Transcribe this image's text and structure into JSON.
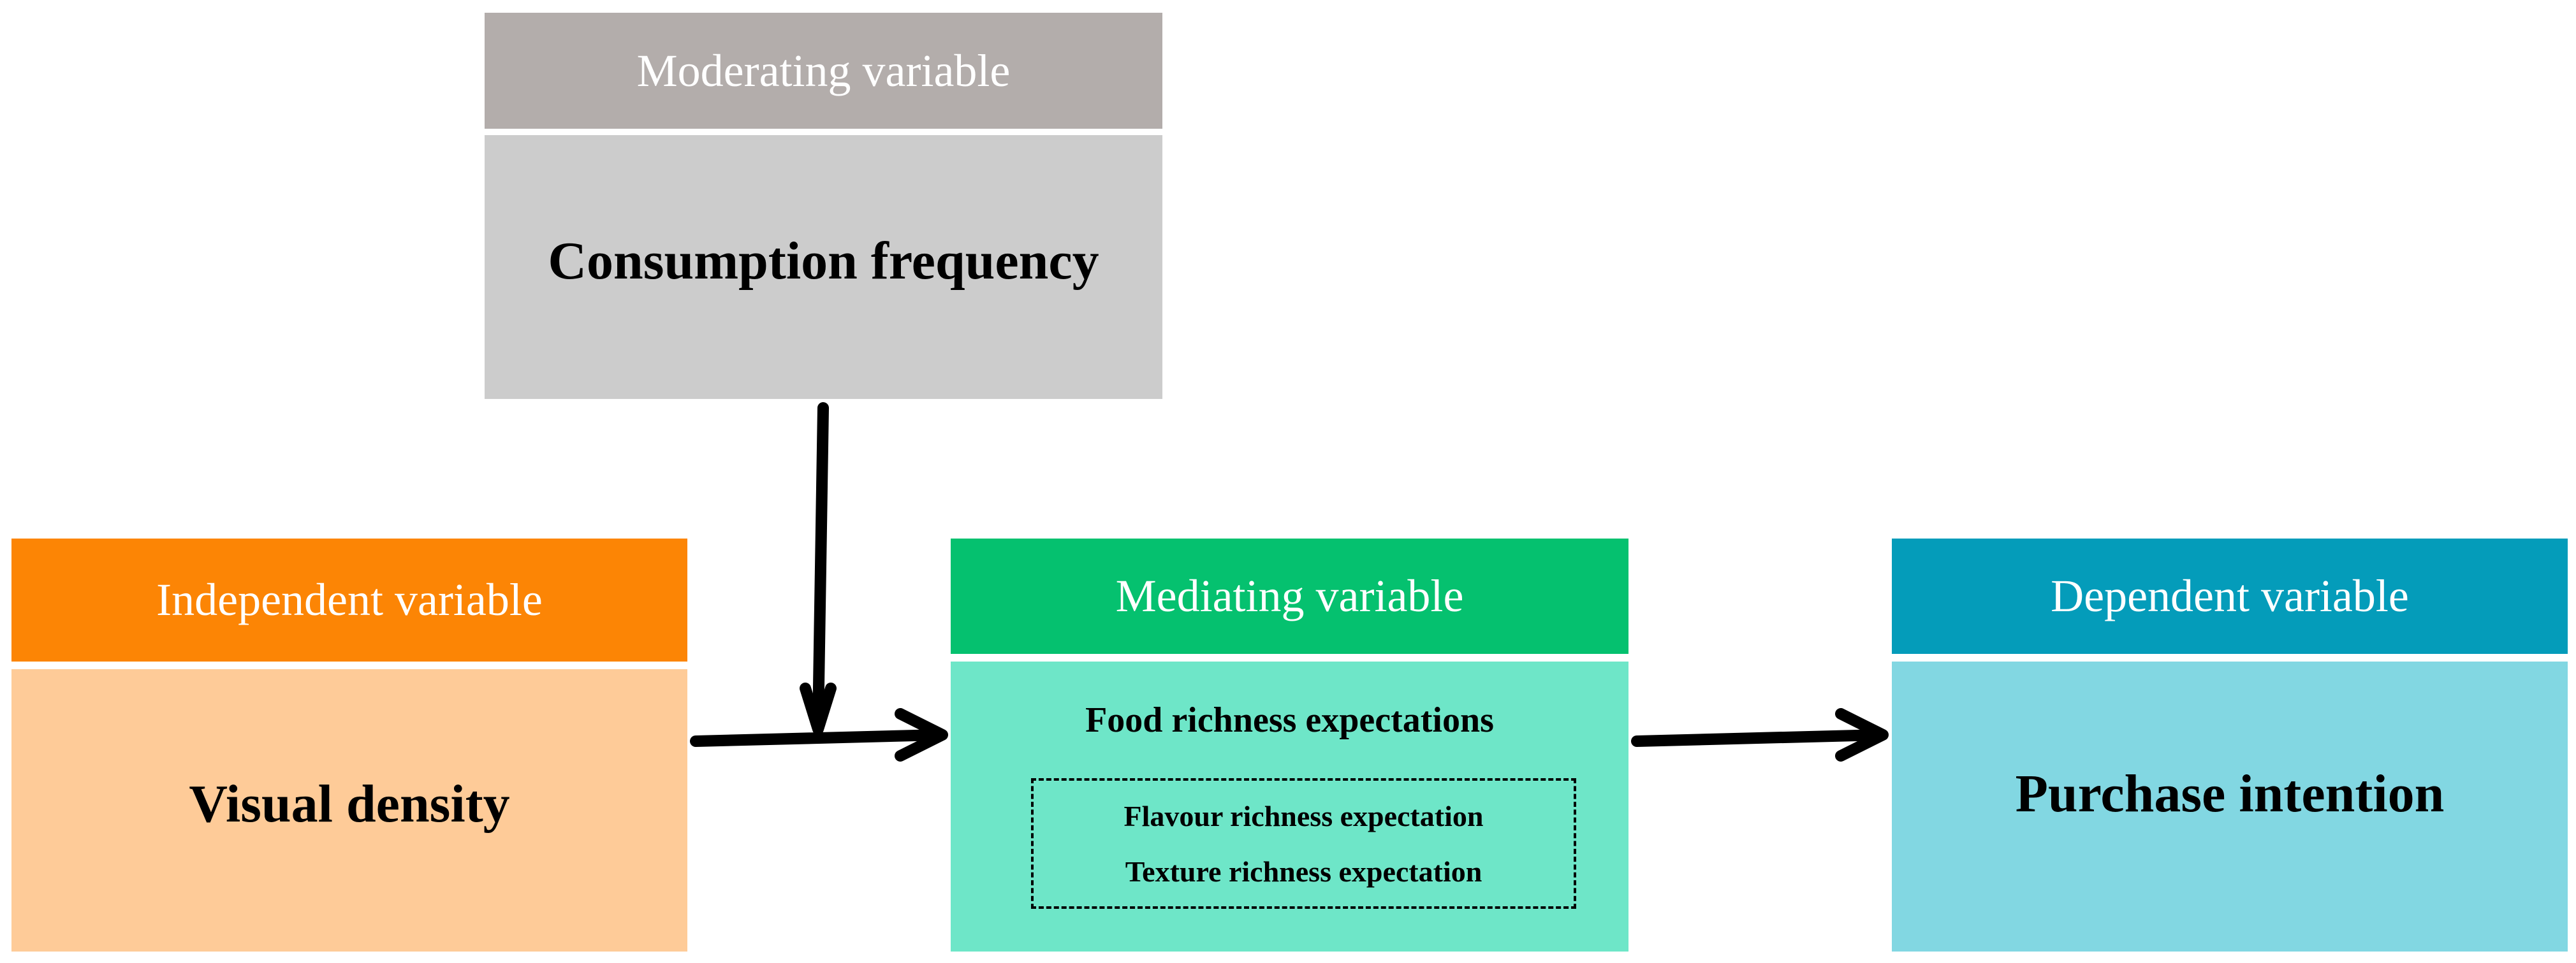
{
  "colors": {
    "moderating_header": "#b3adab",
    "moderating_body": "#cccccc",
    "independent_header": "#fc8505",
    "independent_body": "#fecb98",
    "mediating_header": "#05c16f",
    "mediating_body": "#6ee6c8",
    "dependent_header": "#049cba",
    "dependent_body": "#82d7e2",
    "arrow": "#000000"
  },
  "moderating": {
    "header": "Moderating variable",
    "body": "Consumption frequency"
  },
  "independent": {
    "header": "Independent variable",
    "body": "Visual density"
  },
  "mediating": {
    "header": "Mediating variable",
    "body": "Food richness expectations",
    "items": [
      "Flavour richness expectation",
      "Texture richness expectation"
    ]
  },
  "dependent": {
    "header": "Dependent variable",
    "body": "Purchase intention"
  }
}
